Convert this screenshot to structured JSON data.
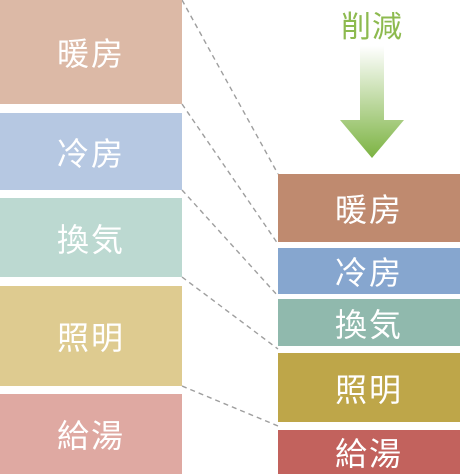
{
  "reduction_label": "削減",
  "colors": {
    "reduction_label": "#8dba4f",
    "arrow_top": "#ffffff",
    "arrow_bottom": "#7cb342",
    "connector": "#9e9e9e"
  },
  "before": [
    {
      "label": "暖房",
      "color": "#dcb9a6"
    },
    {
      "label": "冷房",
      "color": "#b6c8e2"
    },
    {
      "label": "換気",
      "color": "#bcd9d1"
    },
    {
      "label": "照明",
      "color": "#decb90"
    },
    {
      "label": "給湯",
      "color": "#dfa9a2"
    }
  ],
  "after": [
    {
      "label": "暖房",
      "color": "#bf8a6f"
    },
    {
      "label": "冷房",
      "color": "#86a6cf"
    },
    {
      "label": "換気",
      "color": "#90b9ad"
    },
    {
      "label": "照明",
      "color": "#bea649"
    },
    {
      "label": "給湯",
      "color": "#c2625d"
    }
  ]
}
